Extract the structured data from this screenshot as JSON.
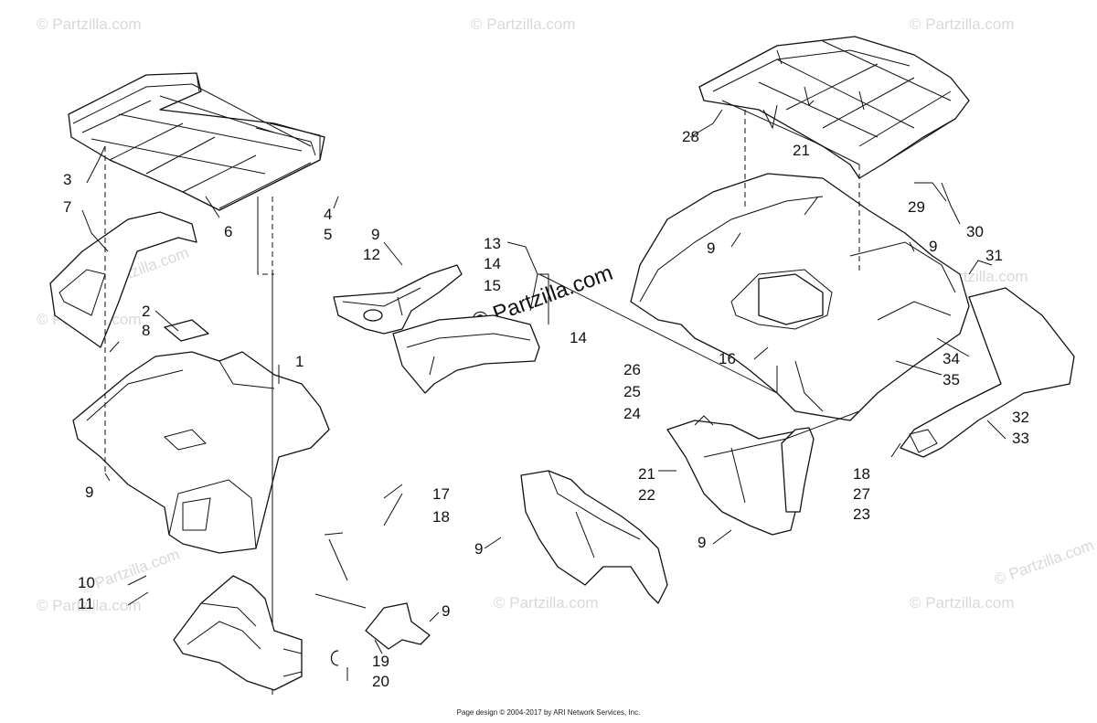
{
  "diagram": {
    "callouts": [
      {
        "id": "c1",
        "text": "1"
      },
      {
        "id": "c2",
        "text": "2"
      },
      {
        "id": "c3",
        "text": "3"
      },
      {
        "id": "c4",
        "text": "4"
      },
      {
        "id": "c5",
        "text": "5"
      },
      {
        "id": "c6",
        "text": "6"
      },
      {
        "id": "c7",
        "text": "7"
      },
      {
        "id": "c8",
        "text": "8"
      },
      {
        "id": "c9a",
        "text": "9"
      },
      {
        "id": "c9b",
        "text": "9"
      },
      {
        "id": "c9c",
        "text": "9"
      },
      {
        "id": "c9d",
        "text": "9"
      },
      {
        "id": "c9e",
        "text": "9"
      },
      {
        "id": "c9f",
        "text": "9"
      },
      {
        "id": "c9g",
        "text": "9"
      },
      {
        "id": "c10",
        "text": "10"
      },
      {
        "id": "c11",
        "text": "11"
      },
      {
        "id": "c12",
        "text": "12"
      },
      {
        "id": "c13",
        "text": "13"
      },
      {
        "id": "c14a",
        "text": "14"
      },
      {
        "id": "c14b",
        "text": "14"
      },
      {
        "id": "c15",
        "text": "15"
      },
      {
        "id": "c16",
        "text": "16"
      },
      {
        "id": "c17",
        "text": "17"
      },
      {
        "id": "c18a",
        "text": "18"
      },
      {
        "id": "c18b",
        "text": "18"
      },
      {
        "id": "c19",
        "text": "19"
      },
      {
        "id": "c20",
        "text": "20"
      },
      {
        "id": "c21a",
        "text": "21"
      },
      {
        "id": "c21b",
        "text": "21"
      },
      {
        "id": "c22",
        "text": "22"
      },
      {
        "id": "c23",
        "text": "23"
      },
      {
        "id": "c24",
        "text": "24"
      },
      {
        "id": "c25",
        "text": "25"
      },
      {
        "id": "c26",
        "text": "26"
      },
      {
        "id": "c27",
        "text": "27"
      },
      {
        "id": "c28",
        "text": "28"
      },
      {
        "id": "c29",
        "text": "29"
      },
      {
        "id": "c30",
        "text": "30"
      },
      {
        "id": "c31",
        "text": "31"
      },
      {
        "id": "c32",
        "text": "32"
      },
      {
        "id": "c33",
        "text": "33"
      },
      {
        "id": "c34",
        "text": "34"
      },
      {
        "id": "c35",
        "text": "35"
      }
    ],
    "watermark_small": "© Partzilla.com",
    "watermark_center": "© Partzilla.com",
    "footer": "Page design © 2004-2017 by ARI Network Services, Inc."
  }
}
